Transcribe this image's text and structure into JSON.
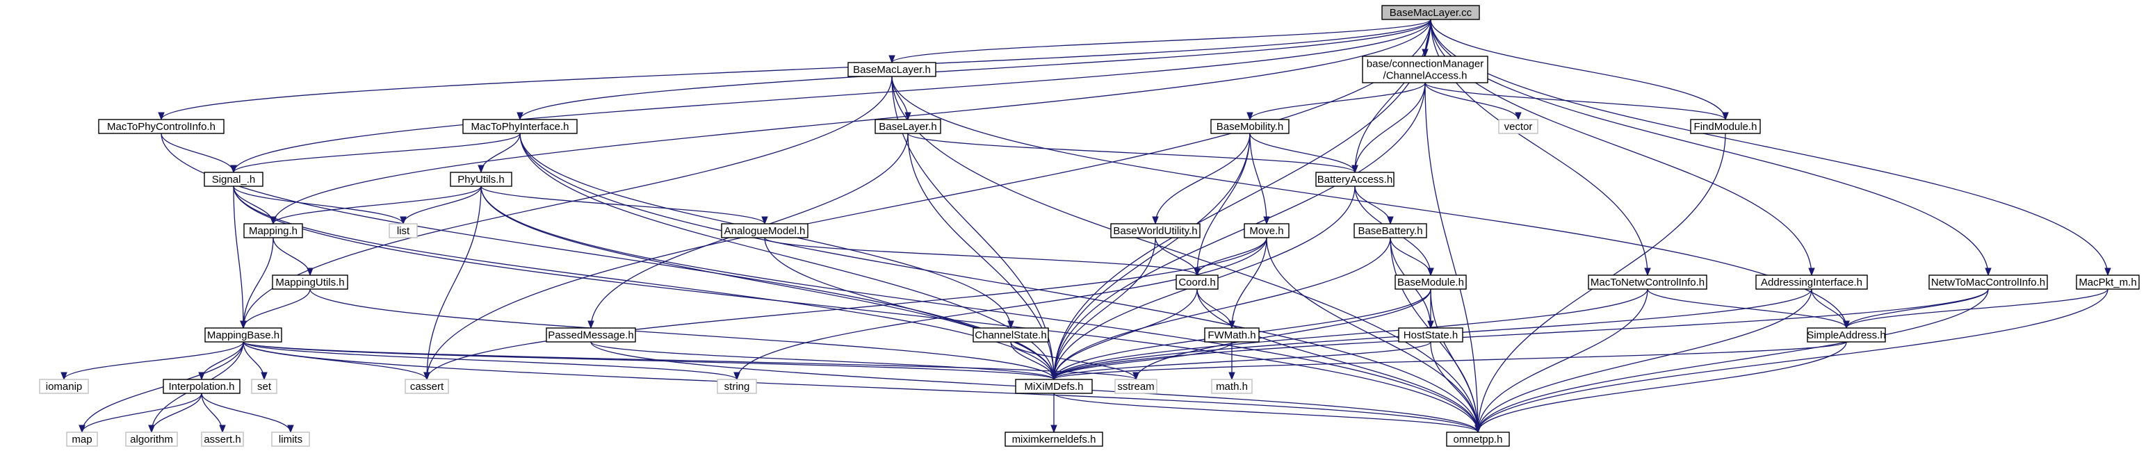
{
  "diagram": {
    "colors": {
      "edge": "#191970",
      "root_fill": "#bfbfbf",
      "node_fill": "#ffffff",
      "node_border": "#000000",
      "ext_border": "#bfbfbf"
    },
    "nodes": [
      {
        "id": "root",
        "label": [
          "BaseMacLayer.cc"
        ],
        "kind": "root"
      },
      {
        "id": "BaseMacLayer_h",
        "label": [
          "BaseMacLayer.h"
        ]
      },
      {
        "id": "ChannelAccess_h",
        "label": [
          "base/connectionManager",
          "/ChannelAccess.h"
        ]
      },
      {
        "id": "MacToPhyControlInfo_h",
        "label": [
          "MacToPhyControlInfo.h"
        ]
      },
      {
        "id": "MacToPhyInterface_h",
        "label": [
          "MacToPhyInterface.h"
        ]
      },
      {
        "id": "Signal_h",
        "label": [
          "Signal_.h"
        ]
      },
      {
        "id": "PhyUtils_h",
        "label": [
          "PhyUtils.h"
        ]
      },
      {
        "id": "list",
        "label": [
          "list"
        ],
        "kind": "ext"
      },
      {
        "id": "Mapping_h",
        "label": [
          "Mapping.h"
        ]
      },
      {
        "id": "MappingUtils_h",
        "label": [
          "MappingUtils.h"
        ]
      },
      {
        "id": "MappingBase_h",
        "label": [
          "MappingBase.h"
        ]
      },
      {
        "id": "iomanip",
        "label": [
          "iomanip"
        ],
        "kind": "ext"
      },
      {
        "id": "Interpolation_h",
        "label": [
          "Interpolation.h"
        ]
      },
      {
        "id": "set",
        "label": [
          "set"
        ],
        "kind": "ext"
      },
      {
        "id": "cassert",
        "label": [
          "cassert"
        ],
        "kind": "ext"
      },
      {
        "id": "map",
        "label": [
          "map"
        ],
        "kind": "ext"
      },
      {
        "id": "algorithm",
        "label": [
          "algorithm"
        ],
        "kind": "ext"
      },
      {
        "id": "assert_h",
        "label": [
          "assert.h"
        ],
        "kind": "ext"
      },
      {
        "id": "limits",
        "label": [
          "limits"
        ],
        "kind": "ext"
      },
      {
        "id": "BaseLayer_h",
        "label": [
          "BaseLayer.h"
        ]
      },
      {
        "id": "AnalogueModel_h",
        "label": [
          "AnalogueModel.h"
        ]
      },
      {
        "id": "PassedMessage_h",
        "label": [
          "PassedMessage.h"
        ]
      },
      {
        "id": "string",
        "label": [
          "string"
        ],
        "kind": "ext"
      },
      {
        "id": "BaseMobility_h",
        "label": [
          "BaseMobility.h"
        ]
      },
      {
        "id": "vector",
        "label": [
          "vector"
        ],
        "kind": "ext"
      },
      {
        "id": "FindModule_h",
        "label": [
          "FindModule.h"
        ]
      },
      {
        "id": "BatteryAccess_h",
        "label": [
          "BatteryAccess.h"
        ]
      },
      {
        "id": "BaseWorldUtility_h",
        "label": [
          "BaseWorldUtility.h"
        ]
      },
      {
        "id": "Move_h",
        "label": [
          "Move.h"
        ]
      },
      {
        "id": "Coord_h",
        "label": [
          "Coord.h"
        ]
      },
      {
        "id": "FWMath_h",
        "label": [
          "FWMath.h"
        ]
      },
      {
        "id": "math_h",
        "label": [
          "math.h"
        ],
        "kind": "ext"
      },
      {
        "id": "ChannelState_h",
        "label": [
          "ChannelState.h"
        ]
      },
      {
        "id": "MiXiMDefs_h",
        "label": [
          "MiXiMDefs.h"
        ]
      },
      {
        "id": "sstream",
        "label": [
          "sstream"
        ],
        "kind": "ext"
      },
      {
        "id": "miximkerneldefs_h",
        "label": [
          "miximkerneldefs.h"
        ]
      },
      {
        "id": "omnetpp_h",
        "label": [
          "omnetpp.h"
        ]
      },
      {
        "id": "BaseBattery_h",
        "label": [
          "BaseBattery.h"
        ]
      },
      {
        "id": "BaseModule_h",
        "label": [
          "BaseModule.h"
        ]
      },
      {
        "id": "HostState_h",
        "label": [
          "HostState.h"
        ]
      },
      {
        "id": "MacToNetwControlInfo_h",
        "label": [
          "MacToNetwControlInfo.h"
        ]
      },
      {
        "id": "AddressingInterface_h",
        "label": [
          "AddressingInterface.h"
        ]
      },
      {
        "id": "NetwToMacControlInfo_h",
        "label": [
          "NetwToMacControlInfo.h"
        ]
      },
      {
        "id": "SimpleAddress_h",
        "label": [
          "SimpleAddress.h"
        ]
      },
      {
        "id": "MacPkt_m_h",
        "label": [
          "MacPkt_m.h"
        ]
      }
    ],
    "edges": [
      [
        "root",
        "BaseMacLayer_h"
      ],
      [
        "root",
        "ChannelAccess_h"
      ],
      [
        "root",
        "MacToPhyControlInfo_h"
      ],
      [
        "root",
        "MacToPhyInterface_h"
      ],
      [
        "root",
        "Signal_h"
      ],
      [
        "root",
        "Mapping_h"
      ],
      [
        "root",
        "cassert"
      ],
      [
        "root",
        "MiXiMDefs_h"
      ],
      [
        "root",
        "FindModule_h"
      ],
      [
        "root",
        "MacToNetwControlInfo_h"
      ],
      [
        "root",
        "AddressingInterface_h"
      ],
      [
        "root",
        "NetwToMacControlInfo_h"
      ],
      [
        "root",
        "MacPkt_m_h"
      ],
      [
        "root",
        "BatteryAccess_h"
      ],
      [
        "BaseMacLayer_h",
        "BaseLayer_h"
      ],
      [
        "BaseMacLayer_h",
        "MappingBase_h"
      ],
      [
        "BaseMacLayer_h",
        "MiXiMDefs_h"
      ],
      [
        "BaseMacLayer_h",
        "omnetpp_h"
      ],
      [
        "BaseMacLayer_h",
        "SimpleAddress_h"
      ],
      [
        "ChannelAccess_h",
        "BaseMobility_h"
      ],
      [
        "ChannelAccess_h",
        "vector"
      ],
      [
        "ChannelAccess_h",
        "FindModule_h"
      ],
      [
        "ChannelAccess_h",
        "BatteryAccess_h"
      ],
      [
        "ChannelAccess_h",
        "MiXiMDefs_h"
      ],
      [
        "ChannelAccess_h",
        "omnetpp_h"
      ],
      [
        "MacToPhyControlInfo_h",
        "Signal_h"
      ],
      [
        "MacToPhyControlInfo_h",
        "MiXiMDefs_h"
      ],
      [
        "MacToPhyInterface_h",
        "Signal_h"
      ],
      [
        "MacToPhyInterface_h",
        "PhyUtils_h"
      ],
      [
        "MacToPhyInterface_h",
        "ChannelState_h"
      ],
      [
        "MacToPhyInterface_h",
        "MiXiMDefs_h"
      ],
      [
        "MacToPhyInterface_h",
        "omnetpp_h"
      ],
      [
        "Signal_h",
        "Mapping_h"
      ],
      [
        "Signal_h",
        "list"
      ],
      [
        "Signal_h",
        "omnetpp_h"
      ],
      [
        "Signal_h",
        "MappingBase_h"
      ],
      [
        "Signal_h",
        "MiXiMDefs_h"
      ],
      [
        "PhyUtils_h",
        "list"
      ],
      [
        "PhyUtils_h",
        "Mapping_h"
      ],
      [
        "PhyUtils_h",
        "AnalogueModel_h"
      ],
      [
        "PhyUtils_h",
        "cassert"
      ],
      [
        "PhyUtils_h",
        "omnetpp_h"
      ],
      [
        "PhyUtils_h",
        "MiXiMDefs_h"
      ],
      [
        "Mapping_h",
        "MappingUtils_h"
      ],
      [
        "Mapping_h",
        "MappingBase_h"
      ],
      [
        "MappingUtils_h",
        "MappingBase_h"
      ],
      [
        "MappingUtils_h",
        "MiXiMDefs_h"
      ],
      [
        "MappingBase_h",
        "iomanip"
      ],
      [
        "MappingBase_h",
        "Interpolation_h"
      ],
      [
        "MappingBase_h",
        "set"
      ],
      [
        "MappingBase_h",
        "cassert"
      ],
      [
        "MappingBase_h",
        "map"
      ],
      [
        "MappingBase_h",
        "algorithm"
      ],
      [
        "MappingBase_h",
        "string"
      ],
      [
        "MappingBase_h",
        "sstream"
      ],
      [
        "MappingBase_h",
        "MiXiMDefs_h"
      ],
      [
        "MappingBase_h",
        "omnetpp_h"
      ],
      [
        "Interpolation_h",
        "map"
      ],
      [
        "Interpolation_h",
        "algorithm"
      ],
      [
        "Interpolation_h",
        "assert_h"
      ],
      [
        "Interpolation_h",
        "limits"
      ],
      [
        "BaseLayer_h",
        "PassedMessage_h"
      ],
      [
        "BaseLayer_h",
        "BatteryAccess_h"
      ],
      [
        "BaseLayer_h",
        "MiXiMDefs_h"
      ],
      [
        "AnalogueModel_h",
        "Coord_h"
      ],
      [
        "AnalogueModel_h",
        "MiXiMDefs_h"
      ],
      [
        "PassedMessage_h",
        "MiXiMDefs_h"
      ],
      [
        "PassedMessage_h",
        "omnetpp_h"
      ],
      [
        "BaseMobility_h",
        "BatteryAccess_h"
      ],
      [
        "BaseMobility_h",
        "BaseWorldUtility_h"
      ],
      [
        "BaseMobility_h",
        "Move_h"
      ],
      [
        "BaseMobility_h",
        "Coord_h"
      ],
      [
        "BaseMobility_h",
        "MiXiMDefs_h"
      ],
      [
        "FindModule_h",
        "omnetpp_h"
      ],
      [
        "BatteryAccess_h",
        "BaseBattery_h"
      ],
      [
        "BatteryAccess_h",
        "BaseModule_h"
      ],
      [
        "BatteryAccess_h",
        "MiXiMDefs_h"
      ],
      [
        "BaseWorldUtility_h",
        "Coord_h"
      ],
      [
        "BaseWorldUtility_h",
        "MiXiMDefs_h"
      ],
      [
        "Move_h",
        "Coord_h"
      ],
      [
        "Move_h",
        "FWMath_h"
      ],
      [
        "Move_h",
        "cassert"
      ],
      [
        "Move_h",
        "string"
      ],
      [
        "Move_h",
        "omnetpp_h"
      ],
      [
        "Coord_h",
        "FWMath_h"
      ],
      [
        "Coord_h",
        "MiXiMDefs_h"
      ],
      [
        "Coord_h",
        "omnetpp_h"
      ],
      [
        "FWMath_h",
        "math_h"
      ],
      [
        "FWMath_h",
        "MiXiMDefs_h"
      ],
      [
        "ChannelState_h",
        "MiXiMDefs_h"
      ],
      [
        "ChannelState_h",
        "sstream"
      ],
      [
        "MiXiMDefs_h",
        "miximkerneldefs_h"
      ],
      [
        "MiXiMDefs_h",
        "omnetpp_h"
      ],
      [
        "BaseBattery_h",
        "BaseModule_h"
      ],
      [
        "BaseBattery_h",
        "HostState_h"
      ],
      [
        "BaseBattery_h",
        "MiXiMDefs_h"
      ],
      [
        "BaseBattery_h",
        "omnetpp_h"
      ],
      [
        "BaseModule_h",
        "HostState_h"
      ],
      [
        "BaseModule_h",
        "MiXiMDefs_h"
      ],
      [
        "BaseModule_h",
        "omnetpp_h"
      ],
      [
        "BaseModule_h",
        "sstream"
      ],
      [
        "HostState_h",
        "MiXiMDefs_h"
      ],
      [
        "HostState_h",
        "omnetpp_h"
      ],
      [
        "MacToNetwControlInfo_h",
        "SimpleAddress_h"
      ],
      [
        "MacToNetwControlInfo_h",
        "MiXiMDefs_h"
      ],
      [
        "MacToNetwControlInfo_h",
        "omnetpp_h"
      ],
      [
        "AddressingInterface_h",
        "SimpleAddress_h"
      ],
      [
        "AddressingInterface_h",
        "MiXiMDefs_h"
      ],
      [
        "AddressingInterface_h",
        "omnetpp_h"
      ],
      [
        "NetwToMacControlInfo_h",
        "SimpleAddress_h"
      ],
      [
        "NetwToMacControlInfo_h",
        "MiXiMDefs_h"
      ],
      [
        "NetwToMacControlInfo_h",
        "omnetpp_h"
      ],
      [
        "SimpleAddress_h",
        "MiXiMDefs_h"
      ],
      [
        "SimpleAddress_h",
        "omnetpp_h"
      ],
      [
        "MacPkt_m_h",
        "SimpleAddress_h"
      ],
      [
        "MacPkt_m_h",
        "omnetpp_h"
      ]
    ]
  }
}
